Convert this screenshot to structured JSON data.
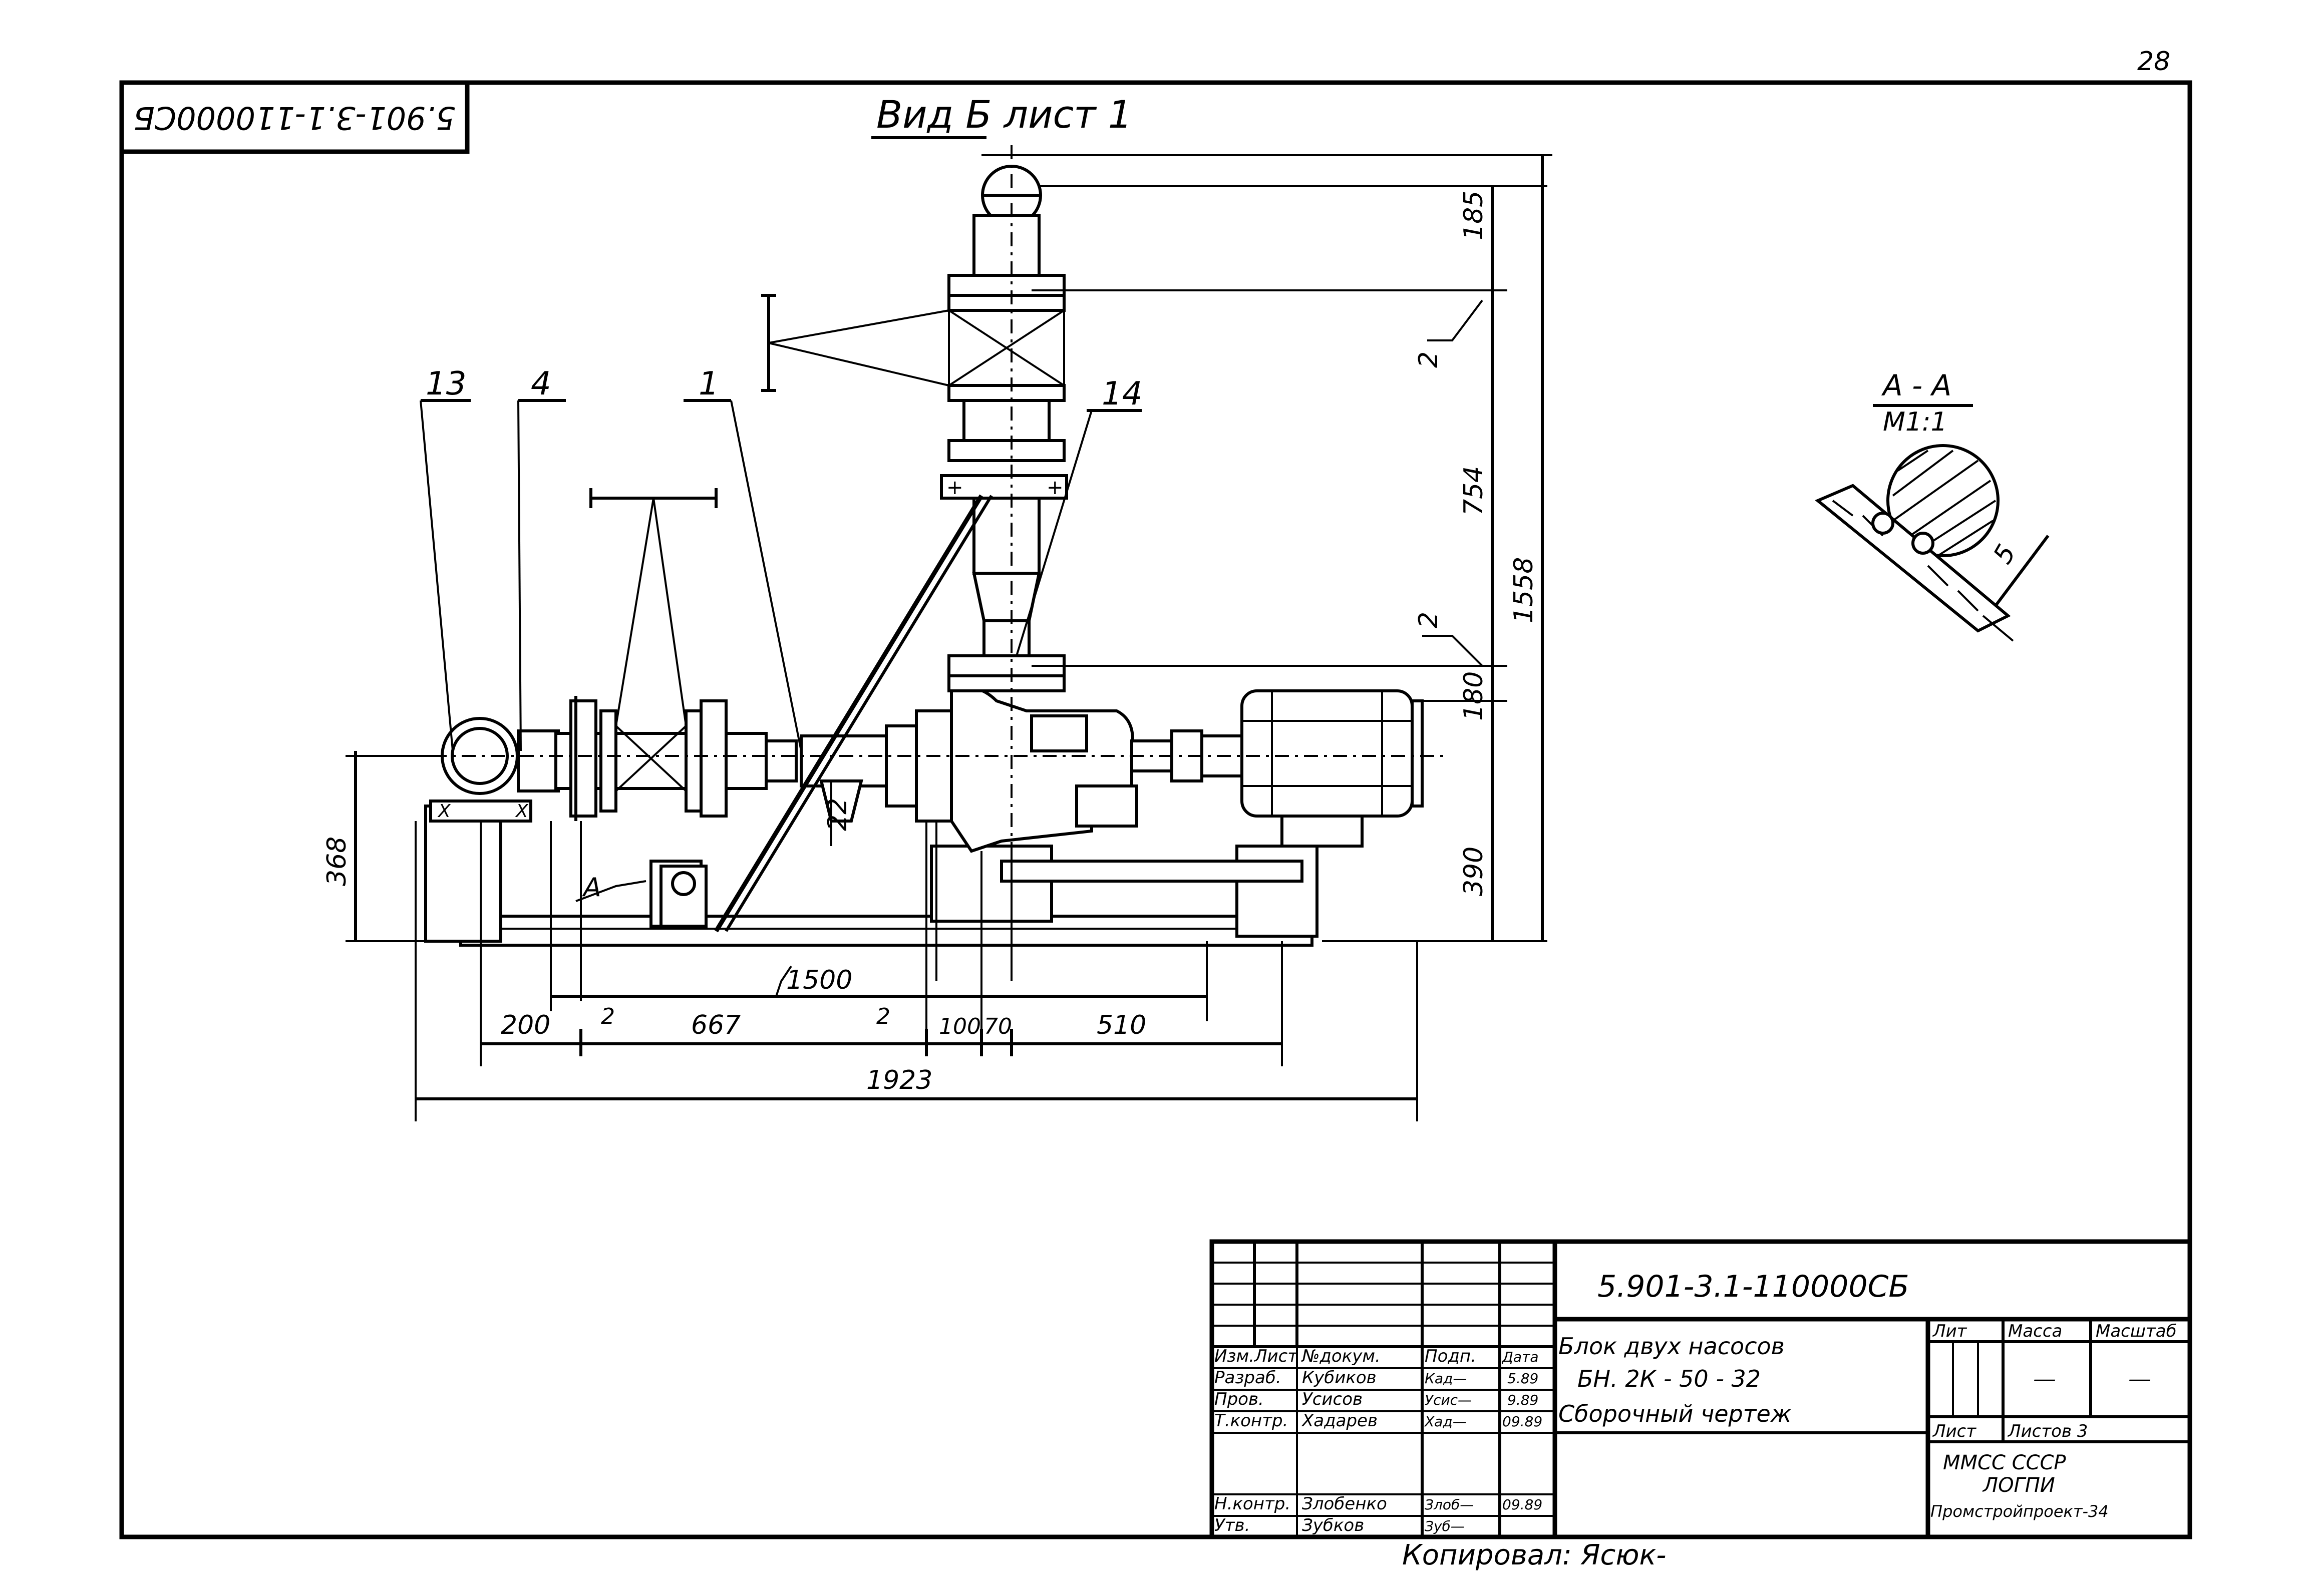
{
  "sheet": {
    "page_number": "28",
    "stamp_code": "5.901-3.1-110000СБ",
    "copied_by": "Копировал: Ясюк-"
  },
  "view": {
    "title": "Вид Б  лист 1",
    "section_label": "А - А",
    "section_scale": "М1:1",
    "section_dim": "5"
  },
  "callouts": [
    "13",
    "4",
    "1",
    "14"
  ],
  "dimensions": {
    "vertical": [
      "185",
      "754",
      "1558",
      "180",
      "390",
      "368",
      "22"
    ],
    "horizontal": [
      "1500",
      "200",
      "667",
      "100",
      "70",
      "510",
      "1923"
    ],
    "marks": [
      "2",
      "2",
      "2",
      "2"
    ],
    "section_mark": "А"
  },
  "title_block": {
    "doc_code": "5.901-3.1-110000СБ",
    "name_line1": "Блок  двух насосов",
    "name_line2": "БН. 2К - 50 - 32",
    "name_line3": "Сборочный чертеж",
    "col_headers": {
      "lit": "Лит",
      "mass": "Масса",
      "scale": "Масштаб"
    },
    "mass_value": "—",
    "scale_value": "—",
    "sheet_label": "Лист",
    "sheets_label": "Листов 3",
    "org_line1": "ММСС СССР",
    "org_line2": "ЛОГПИ",
    "org_line3": "Промстройпроект-34",
    "rows": [
      {
        "role": "Изм.Лист",
        "name": "№докум.",
        "sign": "Подп.",
        "date": "Дата"
      },
      {
        "role": "Разраб.",
        "name": "Кубиков",
        "sign": "Кад—",
        "date": "5.89"
      },
      {
        "role": "Пров.",
        "name": "Усисов",
        "sign": "Усис—",
        "date": "9.89"
      },
      {
        "role": "Т.контр.",
        "name": "Хадарев",
        "sign": "Хад—",
        "date": "09.89"
      },
      {
        "role": "Н.контр.",
        "name": "Злобенко",
        "sign": "Злоб—",
        "date": "09.89"
      },
      {
        "role": "Утв.",
        "name": "Зубков",
        "sign": "Зуб—",
        "date": ""
      }
    ]
  }
}
